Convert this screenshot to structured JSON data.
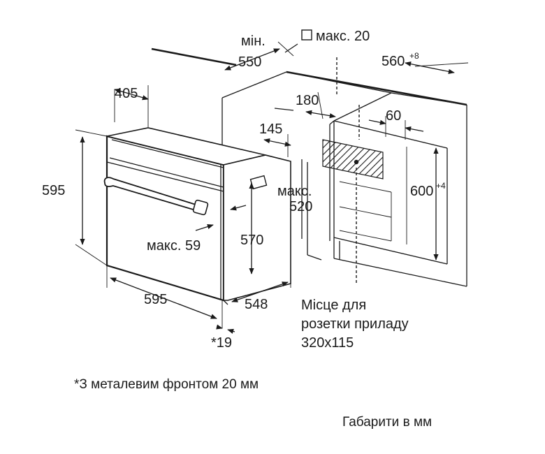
{
  "dimensions": {
    "min_label": "мін.",
    "min_value": "550",
    "max20": "макс. 20",
    "width_niche": "560",
    "width_niche_tol": "+8",
    "depth_405": "405",
    "depth_180": "180",
    "depth_145": "145",
    "depth_60": "60",
    "height_595": "595",
    "max_label": "макс.",
    "max_520": "520",
    "height_niche": "600",
    "height_niche_tol": "+4",
    "max59": "макс. 59",
    "height_570": "570",
    "width_595": "595",
    "depth_548": "548",
    "front_19": "*19"
  },
  "socket_note": [
    "Місце для",
    "розетки приладу",
    "320x115"
  ],
  "footnote": "*З металевим фронтом 20 мм",
  "units_note": "Габарити в мм",
  "colors": {
    "ink": "#1a1a1a",
    "background": "#ffffff"
  }
}
